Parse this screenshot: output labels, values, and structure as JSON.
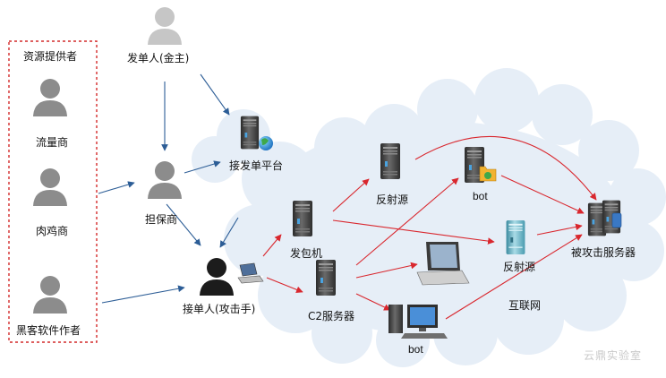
{
  "roles": {
    "sender": "发单人(金主)",
    "platform": "接发单平台",
    "guarantor": "担保商",
    "taker": "接单人(攻击手)",
    "provider_group": "资源提供者",
    "traffic_dealer": "流量商",
    "broiler_dealer": "肉鸡商",
    "hacker_software_author": "黑客软件作者"
  },
  "nodes": {
    "packet_sender": "发包机",
    "c2_server": "C2服务器",
    "reflector_top": "反射源",
    "reflector_right": "反射源",
    "bot_top": "bot",
    "bot_bottom": "bot",
    "victim": "被攻击服务器",
    "internet": "互联网"
  },
  "watermark": "云鼎实验室",
  "colors": {
    "blue_arrow": "#2c5d96",
    "red_arrow": "#d9272e",
    "dashed_box": "#d42a2a",
    "person_gray": "#8c8c8c",
    "person_dark": "#1c1c1c",
    "cloud": "#e6eef7"
  }
}
